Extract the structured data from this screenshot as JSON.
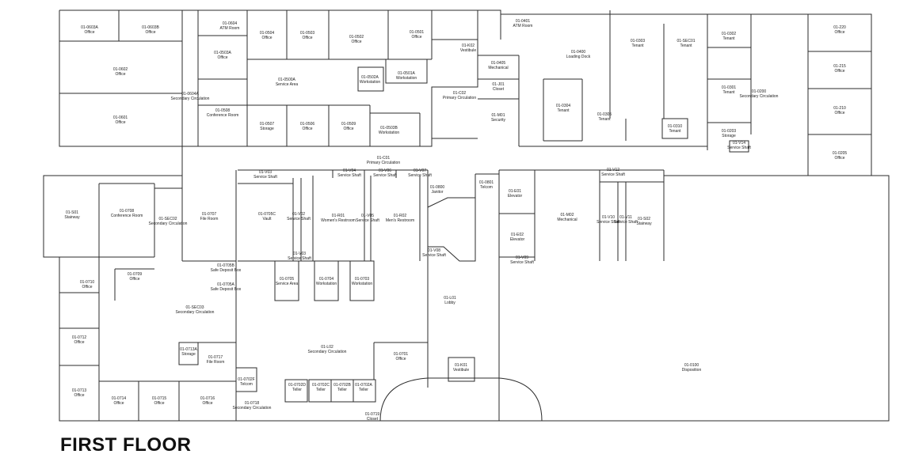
{
  "title": "FIRST FLOOR",
  "rooms": [
    {
      "id": "01-0603A",
      "name": "Office"
    },
    {
      "id": "01-0603B",
      "name": "Office"
    },
    {
      "id": "01-0604",
      "name": "ATM Room"
    },
    {
      "id": "01-0504",
      "name": "Office"
    },
    {
      "id": "01-0503",
      "name": "Office"
    },
    {
      "id": "01-0502",
      "name": "Office"
    },
    {
      "id": "01-0501",
      "name": "Office"
    },
    {
      "id": "01-K02",
      "name": "Vestibule"
    },
    {
      "id": "01-0401",
      "name": "ATM Room"
    },
    {
      "id": "01-0400",
      "name": "Loading Dock"
    },
    {
      "id": "01-0303",
      "name": "Tenant"
    },
    {
      "id": "01-SEC01",
      "name": "Tenant"
    },
    {
      "id": "01-0302",
      "name": "Tenant"
    },
    {
      "id": "01-220",
      "name": "Office"
    },
    {
      "id": "01-0602",
      "name": "Office"
    },
    {
      "id": "01-0503A",
      "name": "Office"
    },
    {
      "id": "01-0500A",
      "name": "Service Area"
    },
    {
      "id": "01-0502A",
      "name": "Workstation"
    },
    {
      "id": "01-0501A",
      "name": "Workstation"
    },
    {
      "id": "01-0405",
      "name": "Mechanical"
    },
    {
      "id": "01-J01",
      "name": "Closet"
    },
    {
      "id": "01-C02",
      "name": "Primary Circulation"
    },
    {
      "id": "01-0301",
      "name": "Tenant"
    },
    {
      "id": "01-0200",
      "name": "Secondary Circulation"
    },
    {
      "id": "01-215",
      "name": "Office"
    },
    {
      "id": "01-0604A",
      "name": "Secondary Circulation"
    },
    {
      "id": "01-0508",
      "name": "Conference Room"
    },
    {
      "id": "01-0601",
      "name": "Office"
    },
    {
      "id": "01-0507",
      "name": "Storage"
    },
    {
      "id": "01-0506",
      "name": "Office"
    },
    {
      "id": "01-0509",
      "name": "Office"
    },
    {
      "id": "01-0503B",
      "name": "Workstation"
    },
    {
      "id": "01-M01",
      "name": "Security"
    },
    {
      "id": "01-0304",
      "name": "Tenant"
    },
    {
      "id": "01-0305",
      "name": "Tenant"
    },
    {
      "id": "01-0310",
      "name": "Tenant"
    },
    {
      "id": "01-0203",
      "name": "Storage"
    },
    {
      "id": "01-V14",
      "name": "Service Shaft"
    },
    {
      "id": "01-210",
      "name": "Office"
    },
    {
      "id": "01-0205",
      "name": "Office"
    },
    {
      "id": "01-C01",
      "name": "Primary Circulation"
    },
    {
      "id": "01-V03",
      "name": "Service Shaft"
    },
    {
      "id": "01-V04",
      "name": "Service Shaft"
    },
    {
      "id": "01-V06",
      "name": "Service Shaft"
    },
    {
      "id": "01-V07",
      "name": "Service Shaft"
    },
    {
      "id": "01-V12",
      "name": "Service Shaft"
    },
    {
      "id": "01-S01",
      "name": "Stairway"
    },
    {
      "id": "01-0708",
      "name": "Conference Room"
    },
    {
      "id": "01-SEC02",
      "name": "Secondary Circulation"
    },
    {
      "id": "01-0707",
      "name": "File Room"
    },
    {
      "id": "01-0705C",
      "name": "Vault"
    },
    {
      "id": "01-V02",
      "name": "Service Shaft"
    },
    {
      "id": "01-R01",
      "name": "Women's Restroom"
    },
    {
      "id": "01-V05",
      "name": "Service Shaft"
    },
    {
      "id": "01-R02",
      "name": "Men's Restroom"
    },
    {
      "id": "01-0800",
      "name": "Janitor"
    },
    {
      "id": "01-0801",
      "name": "Telcom"
    },
    {
      "id": "01-E01",
      "name": "Elevator"
    },
    {
      "id": "01-M02",
      "name": "Mechanical"
    },
    {
      "id": "01-V10",
      "name": "Service Shaft"
    },
    {
      "id": "01-V11",
      "name": "Service Shaft"
    },
    {
      "id": "01-S02",
      "name": "Stairway"
    },
    {
      "id": "01-E02",
      "name": "Elevator"
    },
    {
      "id": "01-V09",
      "name": "Service Shaft"
    },
    {
      "id": "01-0705B",
      "name": "Safe Deposit Box"
    },
    {
      "id": "01-V03",
      "name": "Service Shaft"
    },
    {
      "id": "01-V08",
      "name": "Service Shaft"
    },
    {
      "id": "01-0705A",
      "name": "Safe Deposit Box"
    },
    {
      "id": "01-0709",
      "name": "Office"
    },
    {
      "id": "01-0710",
      "name": "Office"
    },
    {
      "id": "01-0705",
      "name": "Service Area"
    },
    {
      "id": "01-0704",
      "name": "Workstation"
    },
    {
      "id": "01-0703",
      "name": "Workstation"
    },
    {
      "id": "01-L01",
      "name": "Lobby"
    },
    {
      "id": "01-SEC03",
      "name": "Secondary Circulation"
    },
    {
      "id": "01-0712",
      "name": "Office"
    },
    {
      "id": "01-0713A",
      "name": "Storage"
    },
    {
      "id": "01-0717",
      "name": "File Room"
    },
    {
      "id": "01-L02",
      "name": "Secondary Circulation"
    },
    {
      "id": "01-0701",
      "name": "Office"
    },
    {
      "id": "01-K01",
      "name": "Vestibule"
    },
    {
      "id": "01-0100",
      "name": "Disposition"
    },
    {
      "id": "01-0702F",
      "name": "Telcom"
    },
    {
      "id": "01-0702D",
      "name": "Teller"
    },
    {
      "id": "01-0702C",
      "name": "Teller"
    },
    {
      "id": "01-0702B",
      "name": "Teller"
    },
    {
      "id": "01-0702A",
      "name": "Teller"
    },
    {
      "id": "01-0713",
      "name": "Office"
    },
    {
      "id": "01-0714",
      "name": "Office"
    },
    {
      "id": "01-0715",
      "name": "Office"
    },
    {
      "id": "01-0716",
      "name": "Office"
    },
    {
      "id": "01-0718",
      "name": "Secondary Circulation"
    },
    {
      "id": "01-0719",
      "name": "Closet"
    }
  ]
}
